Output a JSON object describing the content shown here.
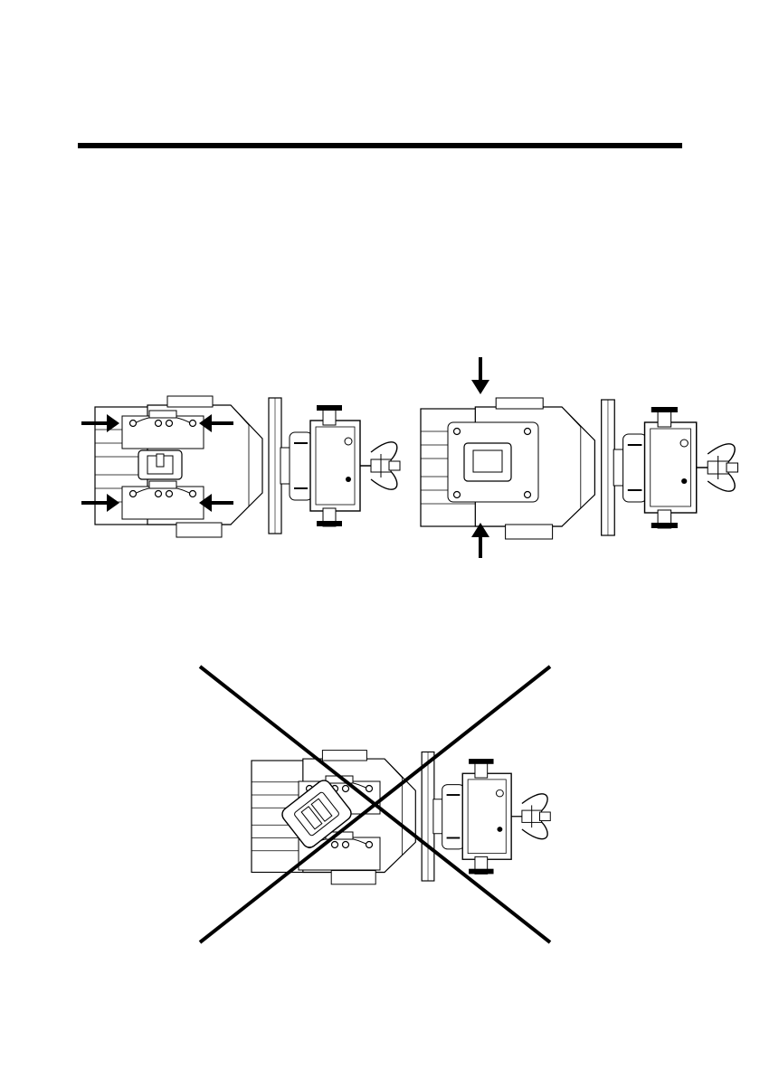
{
  "page": {
    "background": "#ffffff",
    "ink": "#000000"
  },
  "figures": [
    {
      "id": "correct-placement-a",
      "description_icon": "forklift-topview-icon",
      "arrows": 4
    },
    {
      "id": "correct-placement-b",
      "description_icon": "forklift-topview-icon",
      "arrows": 2
    },
    {
      "id": "incorrect-placement",
      "description_icon": "forklift-topview-icon",
      "crossed_out": true
    }
  ]
}
